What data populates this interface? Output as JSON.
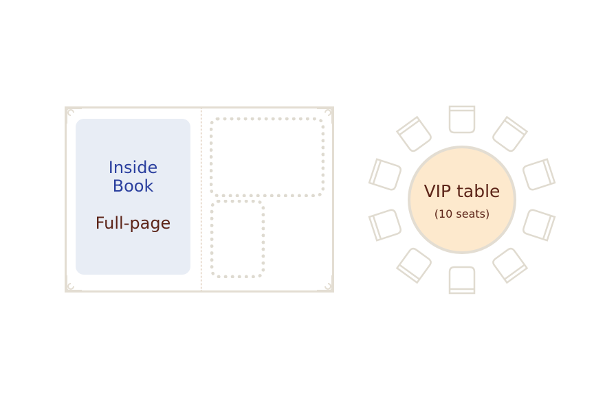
{
  "book": {
    "title_line1": "Inside",
    "title_line2": "Book",
    "subtitle": "Full-page"
  },
  "table": {
    "name": "VIP table",
    "seats_label": "(10 seats)",
    "seat_count": 10
  },
  "colors": {
    "frame": "#e3ddd2",
    "panel": "#e8edf5",
    "table": "#fde9cd",
    "blue": "#2a3f9e",
    "brown": "#5c2418"
  }
}
